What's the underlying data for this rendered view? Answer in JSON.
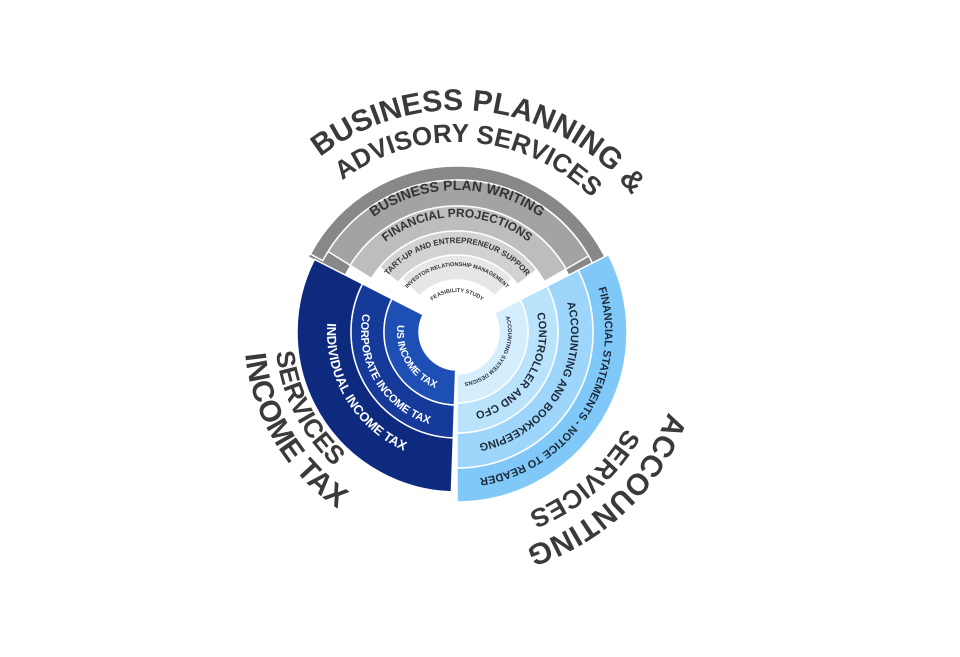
{
  "diagram": {
    "outer_labels": [
      {
        "key": "bp1",
        "text": "BUSINESS PLANNING &"
      },
      {
        "key": "bp2",
        "text": "ADVISORY SERVICES"
      },
      {
        "key": "it1",
        "text": "INCOME TAX"
      },
      {
        "key": "it2",
        "text": "SERVICES"
      },
      {
        "key": "ac1",
        "text": "ACCOUNTING"
      },
      {
        "key": "ac2",
        "text": "SERVICES"
      }
    ],
    "sectors": [
      {
        "name": "business-planning-advisory",
        "colors": [
          "#888888",
          "#a3a3a3",
          "#bdbdbd",
          "#d2d2d2",
          "#e6e6e6"
        ],
        "text_colors": [
          "#333333",
          "#333333",
          "#333333",
          "#333333",
          "#333333"
        ],
        "rings": [
          "BUSINESS PLAN WRITING",
          "FINANCIAL PROJECTIONS",
          "START-UP AND ENTREPRENEUR SUPPORT",
          "INVESTOR RELATIONSHIP MANAGEMENT",
          "FEASIBILITY STUDY"
        ]
      },
      {
        "name": "income-tax",
        "colors": [
          "#0d2a7f",
          "#153a9a",
          "#1e4fb4"
        ],
        "text_colors": [
          "#ffffff",
          "#ffffff",
          "#ffffff"
        ],
        "rings": [
          "INDIVIDUAL INCOME TAX",
          "CORPORATE INCOME TAX",
          "US INCOME TAX"
        ]
      },
      {
        "name": "accounting",
        "colors": [
          "#7fc8f8",
          "#9dd6fa",
          "#b9e2fb",
          "#d4eefd",
          "#eaf6fe"
        ],
        "text_colors": [
          "#1e2a3a",
          "#1e2a3a",
          "#1e2a3a",
          "#1e2a3a",
          "#1e2a3a"
        ],
        "rings": [
          "FINANCIAL STATEMENTS - NOTICE TO READER",
          "ACCOUNTING AND BOOKKEEPING",
          "CONTROLLER AND CFO",
          "ACCOUNTING SYSTEM DESIGNS"
        ]
      }
    ]
  }
}
